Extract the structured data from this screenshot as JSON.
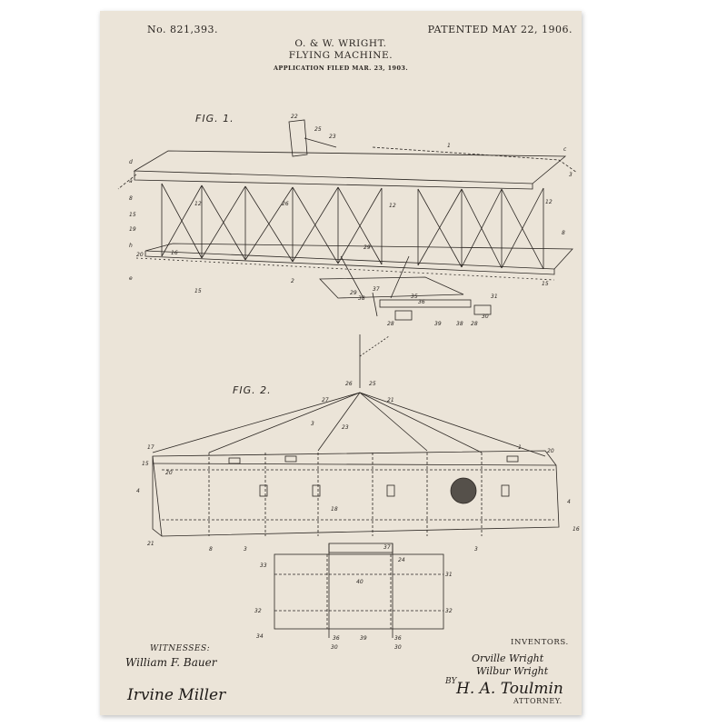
{
  "patent": {
    "number": "No. 821,393.",
    "date": "PATENTED MAY 22, 1906.",
    "inventors_line": "O. & W. WRIGHT.",
    "title": "FLYING MACHINE.",
    "application": "APPLICATION FILED MAR. 23, 1903."
  },
  "figures": {
    "fig1": "FIG. 1.",
    "fig2": "FIG. 2."
  },
  "witnesses": {
    "label": "WITNESSES:",
    "signatures": [
      "William F. Bauer",
      "Irvine Miller"
    ]
  },
  "inventors": {
    "label": "INVENTORS.",
    "signatures": [
      "Orville Wright",
      "Wilbur Wright"
    ],
    "by": "BY",
    "attorney_signature": "H. A. Toulmin",
    "attorney_label": "ATTORNEY."
  },
  "colors": {
    "paper": "#ebe4d8",
    "ink": "#2b2622",
    "background": "#ffffff"
  }
}
